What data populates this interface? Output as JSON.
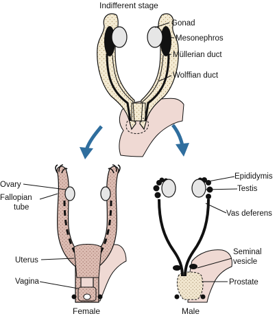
{
  "diagram": {
    "stages": {
      "indifferent": "Indifferent stage",
      "female": "Female",
      "male": "Male"
    },
    "labels": {
      "gonad": "Gonad",
      "mesonephros": "Mesonephros",
      "mullerian_duct": "Müllerian duct",
      "wolffian_duct": "Wolffian duct",
      "ovary": "Ovary",
      "fallopian_tube_line1": "Fallopian",
      "fallopian_tube_line2": "tube",
      "uterus": "Uterus",
      "vagina": "Vagina",
      "epididymis": "Epididymis",
      "testis": "Testis",
      "vas_deferens": "Vas deferens",
      "seminal_vesicle_line1": "Seminal",
      "seminal_vesicle_line2": "vesicle",
      "prostate": "Prostate"
    },
    "colors": {
      "mesonephros_fill": "#f3ead2",
      "uterus_fill": "#dcbcb2",
      "urogenital_fill": "#efd9d3",
      "gonad_fill": "#e6e6e6",
      "arrow_blue": "#2f6e9e",
      "duct_black": "#111111"
    }
  }
}
